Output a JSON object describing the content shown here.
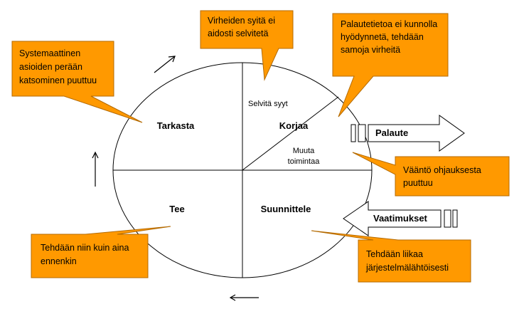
{
  "quadrants": {
    "check": "Tarkasta",
    "act": "Korjaa",
    "do": "Tee",
    "plan": "Suunnittele"
  },
  "act_sub": {
    "top": "Selvitä syyt",
    "bottom_line1": "Muuta",
    "bottom_line2": "toimintaa"
  },
  "flows": {
    "out": "Palaute",
    "in": "Vaatimukset"
  },
  "callouts": {
    "top_center": [
      "Virheiden syitä ei",
      "aidosti selvitetä"
    ],
    "top_right": [
      "Palautetietoa ei kunnolla",
      "hyödynnetä, tehdään",
      "samoja virheitä"
    ],
    "top_left": [
      "Systemaattinen",
      "asioiden perään",
      "katsominen puuttuu"
    ],
    "mid_right": [
      "Vääntö ohjauksesta",
      "puuttuu"
    ],
    "bottom_left": [
      "Tehdään niin kuin aina",
      "ennenkin"
    ],
    "bottom_right": [
      "Tehdään liikaa",
      "järjestelmälähtöisesti"
    ]
  },
  "colors": {
    "callout_fill": "#FF9900",
    "callout_stroke": "#B46A00",
    "line": "#000000"
  }
}
